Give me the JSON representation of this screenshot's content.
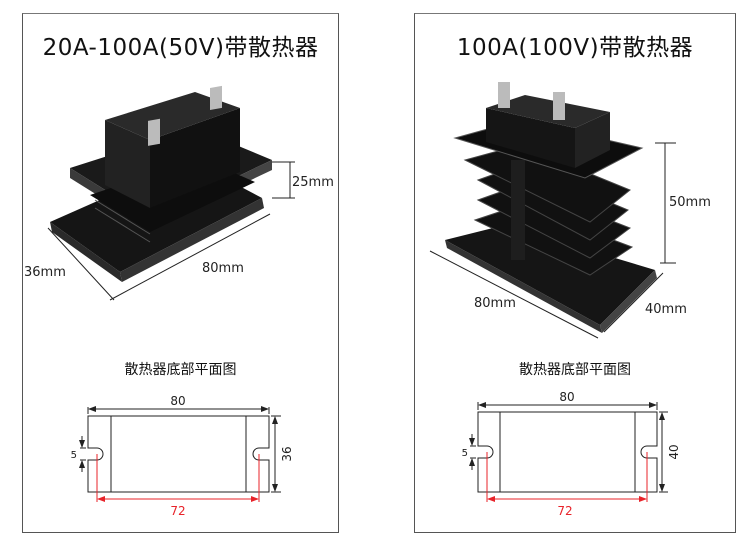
{
  "left": {
    "title": "20A-100A(50V)带散热器",
    "dims": {
      "height": "25mm",
      "length": "80mm",
      "width": "36mm"
    },
    "plan_title": "散热器底部平面图",
    "plan": {
      "length": "80",
      "width": "36",
      "slot": "5",
      "hole_spacing": "72"
    }
  },
  "right": {
    "title": "100A(100V)带散热器",
    "dims": {
      "height": "50mm",
      "length": "80mm",
      "width": "40mm"
    },
    "plan_title": "散热器底部平面图",
    "plan": {
      "length": "80",
      "width": "40",
      "slot": "5",
      "hole_spacing": "72"
    }
  },
  "colors": {
    "dimension_red": "#e8232a",
    "line": "#222222",
    "heatsink": "#111111"
  }
}
